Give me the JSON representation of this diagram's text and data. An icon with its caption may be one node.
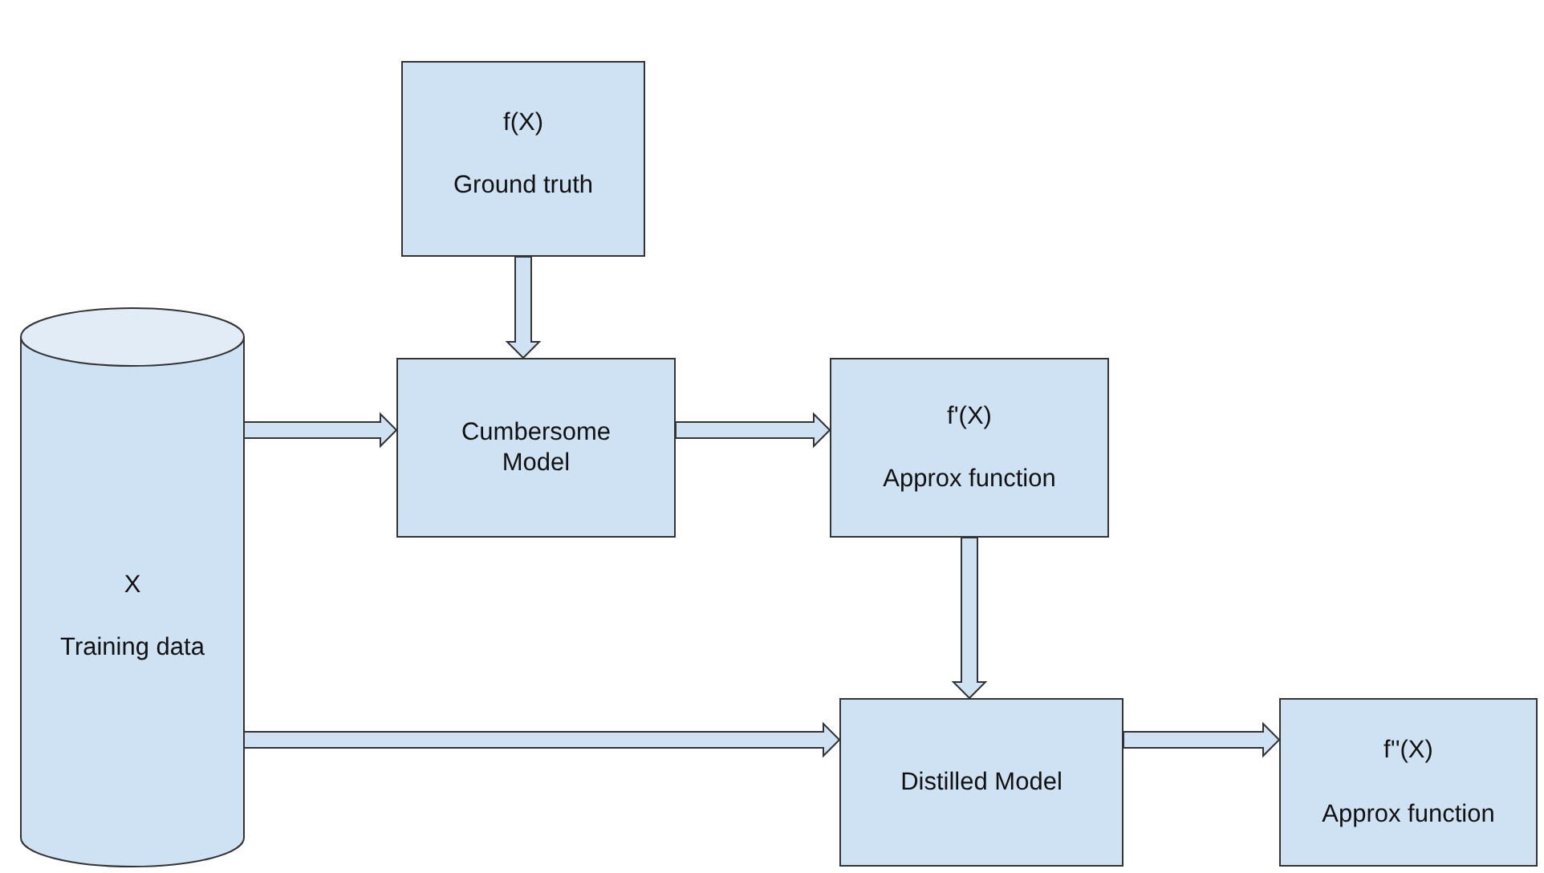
{
  "diagram": {
    "nodes": [
      {
        "text": [
          "f(X)",
          "Ground truth"
        ]
      },
      {
        "text": [
          "Cumbersome Model"
        ]
      },
      {
        "text": [
          "f'(X)",
          "Approx function"
        ]
      },
      {
        "text": [
          "X",
          "Training data"
        ]
      },
      {
        "text": [
          "Distilled Model"
        ]
      },
      {
        "text": [
          "f''(X)",
          "Approx function"
        ]
      }
    ],
    "edges": [
      {
        "from": 0,
        "to": 1,
        "arrow": "to"
      },
      {
        "from": 3,
        "to": 1,
        "arrow": "to"
      },
      {
        "from": 1,
        "to": 2,
        "arrow": "to"
      },
      {
        "from": 2,
        "to": 4,
        "arrow": "to"
      },
      {
        "from": 3,
        "to": 4,
        "arrow": "to"
      },
      {
        "from": 4,
        "to": 5,
        "arrow": "to"
      }
    ]
  }
}
